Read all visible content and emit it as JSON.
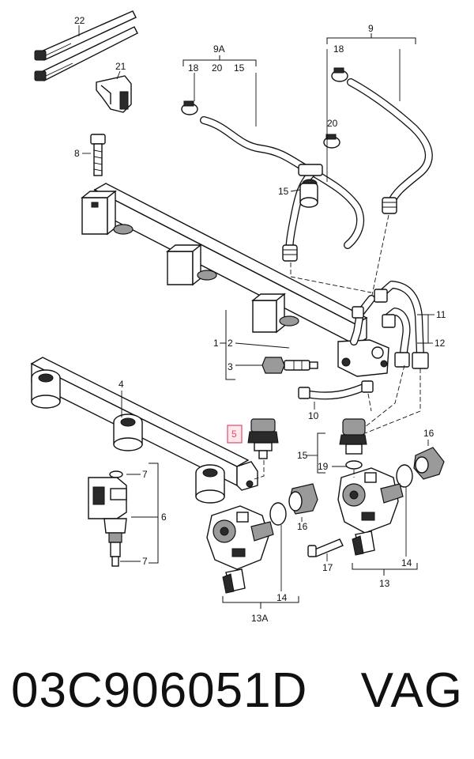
{
  "callouts": {
    "c22": "22",
    "c21": "21",
    "c8": "8",
    "c9a": "9A",
    "c18a": "18",
    "c20a": "20",
    "c15a": "15",
    "c9": "9",
    "c18b": "18",
    "c20b": "20",
    "c15b": "15",
    "c1": "1",
    "c2": "2",
    "c3": "3",
    "c11": "11",
    "c12": "12",
    "c4": "4",
    "c10": "10",
    "c5": "5",
    "c16a": "16",
    "c15c": "15",
    "c19": "19",
    "c7a": "7",
    "c6": "6",
    "c7b": "7",
    "c16b": "16",
    "c14a": "14",
    "c13a": "13A",
    "c17": "17",
    "c14b": "14",
    "c13": "13"
  },
  "caption": {
    "part_number": "03C906051D",
    "brand": "VAG"
  },
  "highlight_color": "#e24a67"
}
